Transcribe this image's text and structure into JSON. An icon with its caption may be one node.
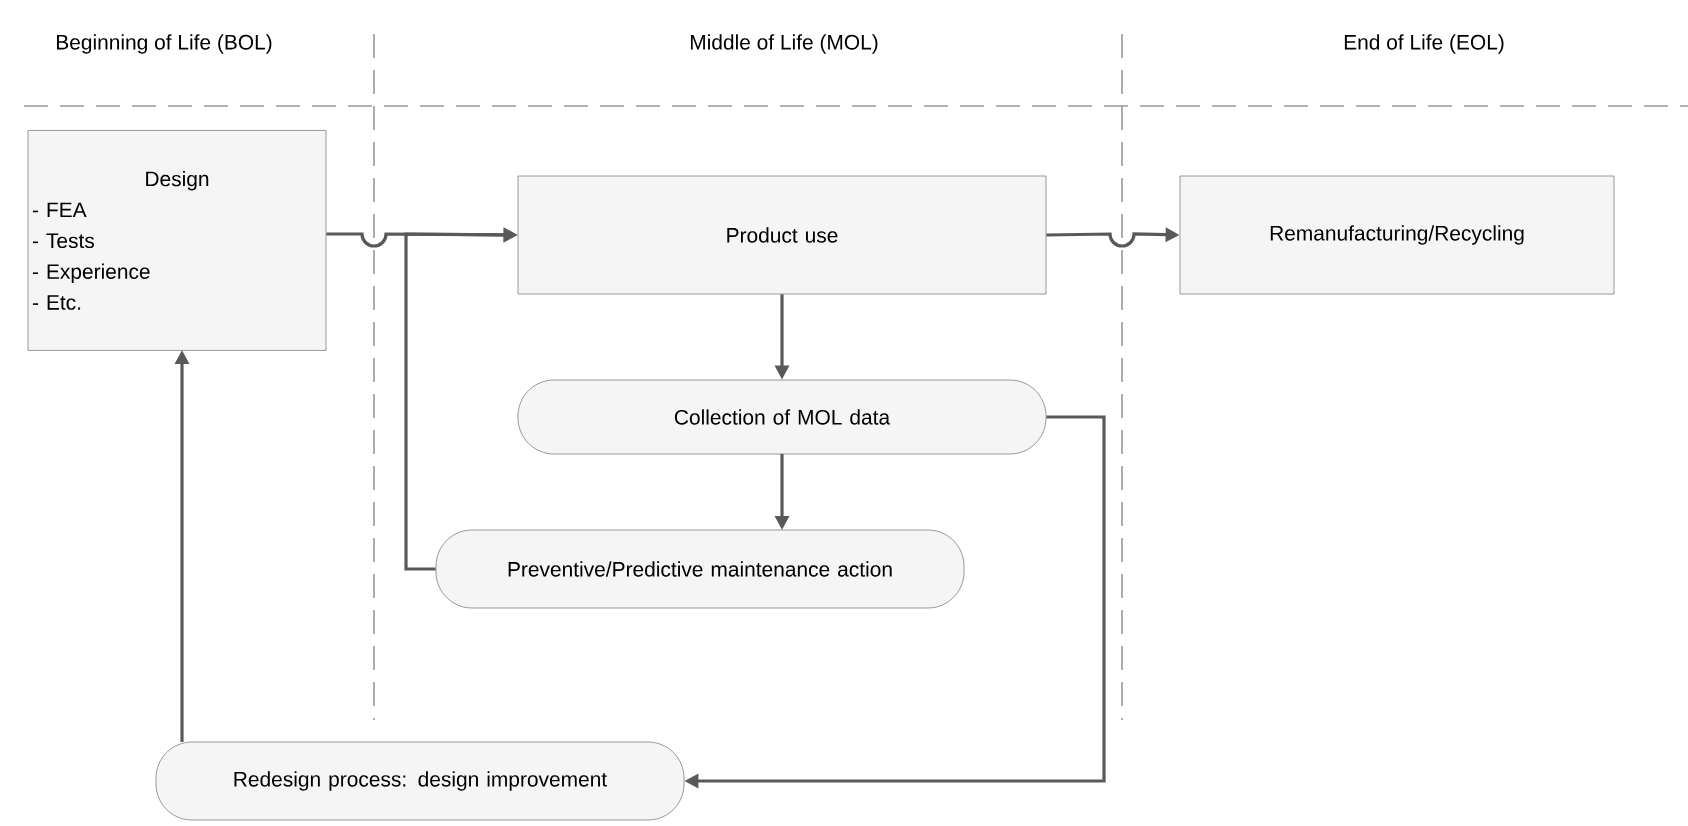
{
  "diagram": {
    "nodes": [
      {
        "text": [
          "Design",
          "- FEA",
          "- Tests",
          "- Experience",
          "- Etc."
        ]
      },
      {
        "text": [
          "Product use"
        ]
      },
      {
        "text": [
          "Remanufacturing/Recycling"
        ]
      },
      {
        "text": [
          "Collection of MOL data"
        ]
      },
      {
        "text": [
          "Preventive/Predictive maintenance action"
        ]
      },
      {
        "text": [
          "Redesign process: design improvement"
        ]
      }
    ],
    "edges": [
      {
        "from": 0,
        "to": 1,
        "arrow": "to"
      },
      {
        "from": 1,
        "to": 2,
        "arrow": "to"
      },
      {
        "from": 1,
        "to": 3,
        "arrow": "to"
      },
      {
        "from": 3,
        "to": 4,
        "arrow": "to"
      },
      {
        "from": 4,
        "to": 1,
        "arrow": "to"
      },
      {
        "from": 3,
        "to": 5,
        "arrow": "to"
      },
      {
        "from": 5,
        "to": 0,
        "arrow": "to"
      }
    ],
    "labels": [
      "Beginning of Life (BOL)",
      "Middle of Life (MOL)",
      "End of Life (EOL)"
    ]
  }
}
